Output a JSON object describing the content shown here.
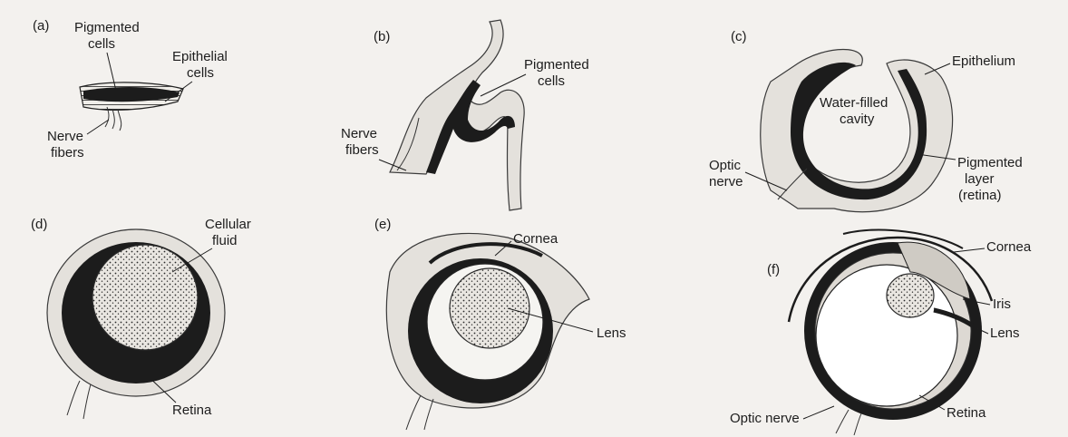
{
  "panels": {
    "a": {
      "tag": "(a)",
      "labels": {
        "pigmented_cells": [
          "Pigmented",
          "cells"
        ],
        "epithelial_cells": [
          "Epithelial",
          "cells"
        ],
        "nerve_fibers": [
          "Nerve",
          "fibers"
        ]
      }
    },
    "b": {
      "tag": "(b)",
      "labels": {
        "pigmented_cells": [
          "Pigmented",
          "cells"
        ],
        "nerve_fibers": [
          "Nerve",
          "fibers"
        ]
      }
    },
    "c": {
      "tag": "(c)",
      "labels": {
        "epithelium": "Epithelium",
        "cavity": [
          "Water-filled",
          "cavity"
        ],
        "optic_nerve": [
          "Optic",
          "nerve"
        ],
        "pigmented_layer": [
          "Pigmented",
          "layer",
          "(retina)"
        ]
      }
    },
    "d": {
      "tag": "(d)",
      "labels": {
        "cellular_fluid": [
          "Cellular",
          "fluid"
        ],
        "retina": "Retina"
      }
    },
    "e": {
      "tag": "(e)",
      "labels": {
        "cornea": "Cornea",
        "lens": "Lens"
      }
    },
    "f": {
      "tag": "(f)",
      "labels": {
        "cornea": "Cornea",
        "iris": "Iris",
        "lens": "Lens",
        "optic_nerve": "Optic nerve",
        "retina": "Retina"
      }
    }
  }
}
